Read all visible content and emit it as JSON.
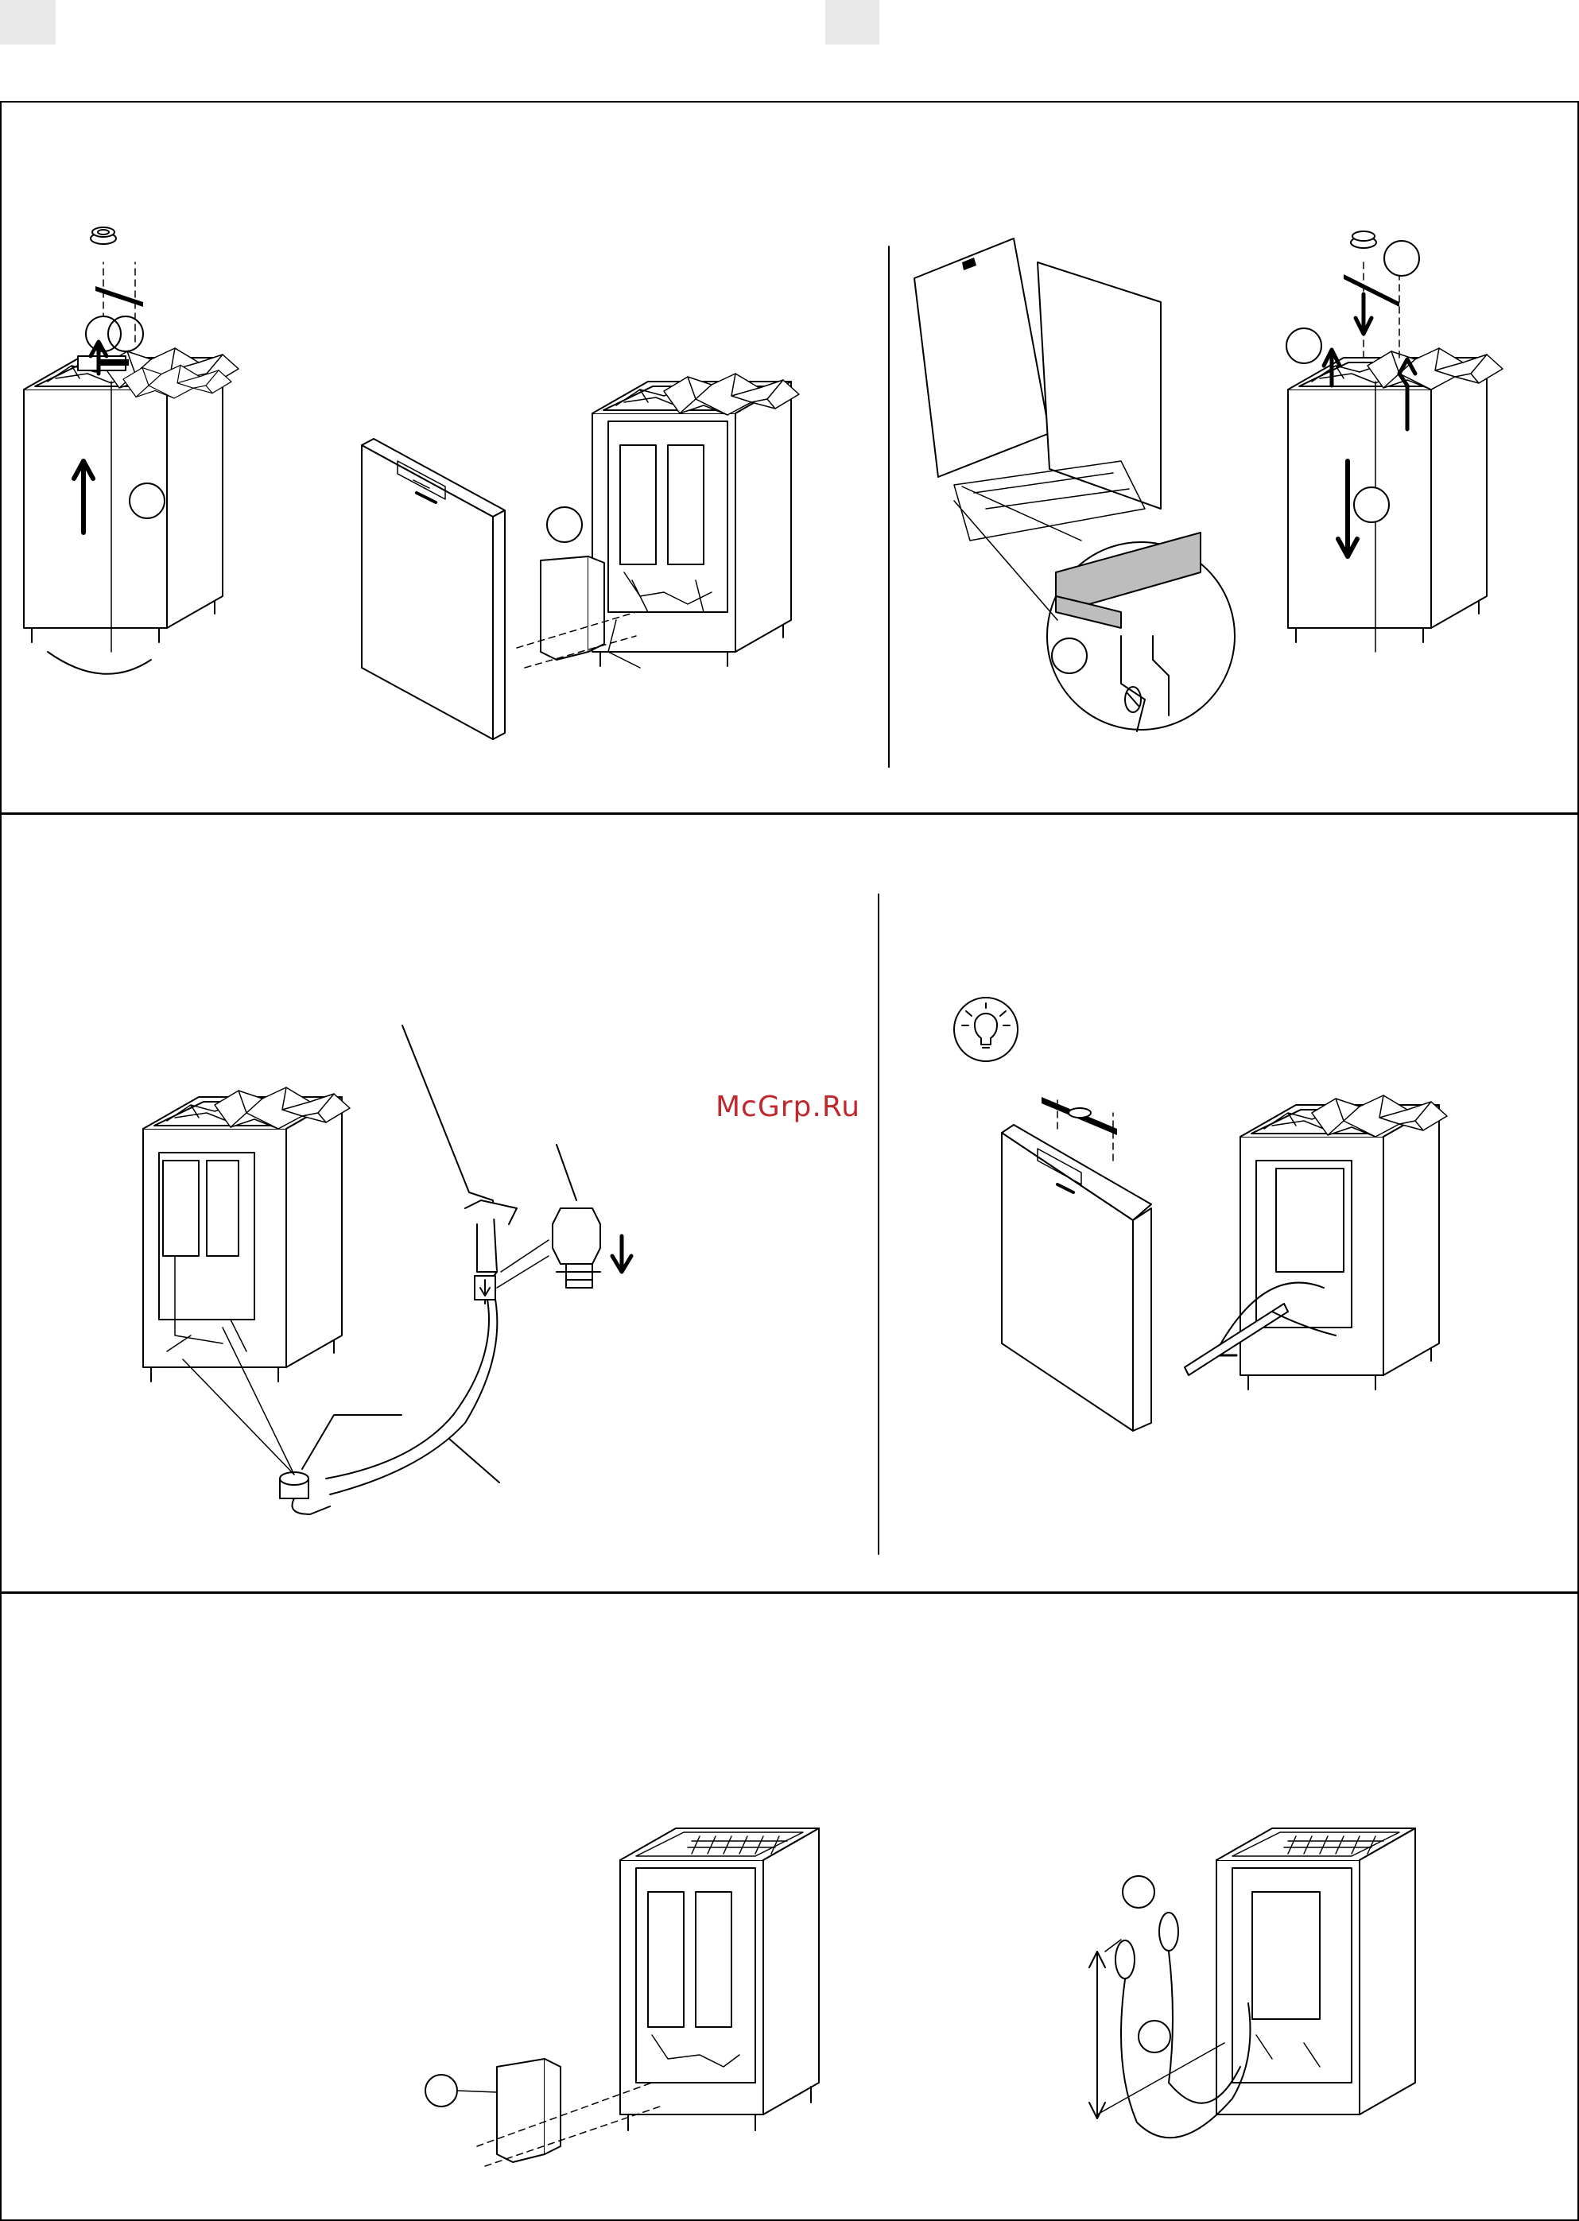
{
  "watermark": {
    "text": "McGrp.Ru",
    "color": "#c0282d"
  },
  "colors": {
    "line": "#000000",
    "tab": "#e8e8e8",
    "highlight": "#bdbdbd"
  },
  "figures": [
    {
      "id": "a",
      "content": "remove-stone-cover-and-front-panel"
    },
    {
      "id": "b",
      "content": "reinstall-front-panel"
    },
    {
      "id": "c",
      "content": "drain-tube-and-valve"
    },
    {
      "id": "d",
      "content": "tip-cut-tube"
    },
    {
      "id": "e",
      "content": "remove-connection-cover"
    },
    {
      "id": "f",
      "content": "hose-connection-with-height-arrow"
    }
  ],
  "icons": [
    "lightbulb-tip-icon",
    "arrow-up-icon",
    "arrow-down-icon",
    "callout-circle-icon"
  ]
}
